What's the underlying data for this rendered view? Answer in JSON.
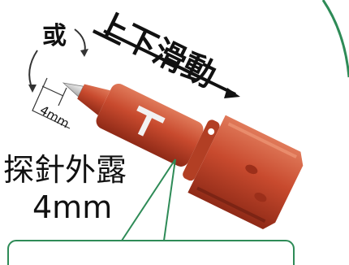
{
  "labels": {
    "or": "或",
    "slide_updown": "上下滑動",
    "probe_exposed": "探針外露",
    "probe_exposed_value": "4mm",
    "dimension": "4mm"
  },
  "colors": {
    "probe_red": "#c84a2e",
    "probe_red_dark": "#8f2a17",
    "probe_red_light": "#e07a5a",
    "metal_tip": "#d9d9d9",
    "callout_green": "#2e8b57",
    "text": "#111111"
  },
  "icons": [
    "curved-arrow-icon",
    "slide-arrow-icon",
    "t-marker-icon"
  ]
}
